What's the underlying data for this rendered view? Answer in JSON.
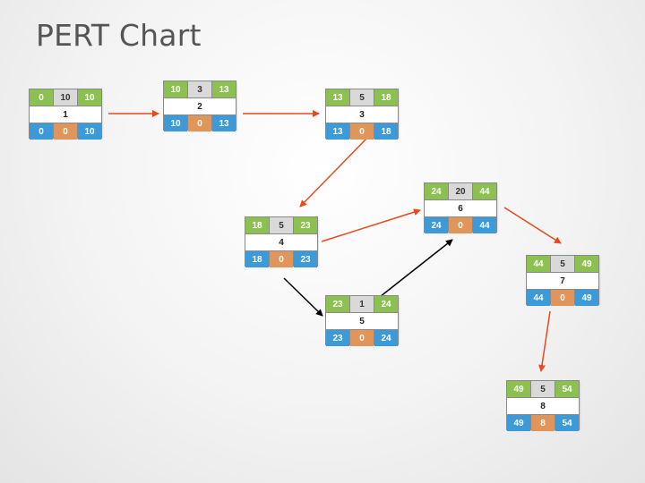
{
  "title": "PERT Chart",
  "colors": {
    "early": "#8cc152",
    "duration": "#d9d9d9",
    "late": "#3d9ad9",
    "slack": "#e0965a",
    "critical_arrow": "#e8491d",
    "normal_arrow": "#000000"
  },
  "nodes": [
    {
      "id": "1",
      "es": "0",
      "dur": "10",
      "ef": "10",
      "ls": "0",
      "slack": "0",
      "lf": "10"
    },
    {
      "id": "2",
      "es": "10",
      "dur": "3",
      "ef": "13",
      "ls": "10",
      "slack": "0",
      "lf": "13"
    },
    {
      "id": "3",
      "es": "13",
      "dur": "5",
      "ef": "18",
      "ls": "13",
      "slack": "0",
      "lf": "18"
    },
    {
      "id": "4",
      "es": "18",
      "dur": "5",
      "ef": "23",
      "ls": "18",
      "slack": "0",
      "lf": "23"
    },
    {
      "id": "5",
      "es": "23",
      "dur": "1",
      "ef": "24",
      "ls": "23",
      "slack": "0",
      "lf": "24"
    },
    {
      "id": "6",
      "es": "24",
      "dur": "20",
      "ef": "44",
      "ls": "24",
      "slack": "0",
      "lf": "44"
    },
    {
      "id": "7",
      "es": "44",
      "dur": "5",
      "ef": "49",
      "ls": "44",
      "slack": "0",
      "lf": "49"
    },
    {
      "id": "8",
      "es": "49",
      "dur": "5",
      "ef": "54",
      "ls": "49",
      "slack": "8",
      "lf": "54"
    }
  ],
  "edges": [
    {
      "from": "1",
      "to": "2",
      "critical": true
    },
    {
      "from": "2",
      "to": "3",
      "critical": true
    },
    {
      "from": "3",
      "to": "4",
      "critical": true
    },
    {
      "from": "4",
      "to": "6",
      "critical": true
    },
    {
      "from": "4",
      "to": "5",
      "critical": false
    },
    {
      "from": "5",
      "to": "6",
      "critical": false
    },
    {
      "from": "6",
      "to": "7",
      "critical": true
    },
    {
      "from": "7",
      "to": "8",
      "critical": true
    }
  ]
}
